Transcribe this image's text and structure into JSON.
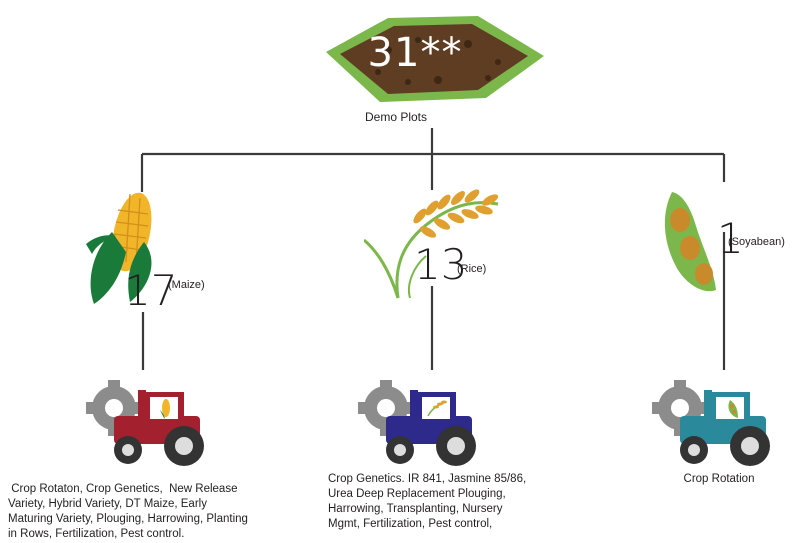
{
  "root": {
    "count": "31**",
    "label": "Demo Plots"
  },
  "branches": [
    {
      "count": "17",
      "crop": "(Maize)",
      "icon": "maize-icon",
      "tractor_color": "#a3202e",
      "practices": [
        " Crop Rotaton, Crop Genetics,  New Release",
        "Variety, Hybrid Variety, DT Maize, Early",
        "Maturing Variety, Plouging, Harrowing, Planting",
        "in Rows, Fertilization, Pest control."
      ]
    },
    {
      "count": "13",
      "crop": "(Rice)",
      "icon": "rice-icon",
      "tractor_color": "#2e2a8c",
      "practices": [
        "Crop Genetics. IR 841, Jasmine 85/86,",
        "Urea Deep Replacement Plouging,",
        "Harrowing, Transplanting, Nursery",
        "Mgmt, Fertilization, Pest control,"
      ]
    },
    {
      "count": "1",
      "crop": "(Soyabean)",
      "icon": "soyabean-icon",
      "tractor_color": "#2a8a9c",
      "practices": [
        "Crop Rotation"
      ]
    }
  ]
}
